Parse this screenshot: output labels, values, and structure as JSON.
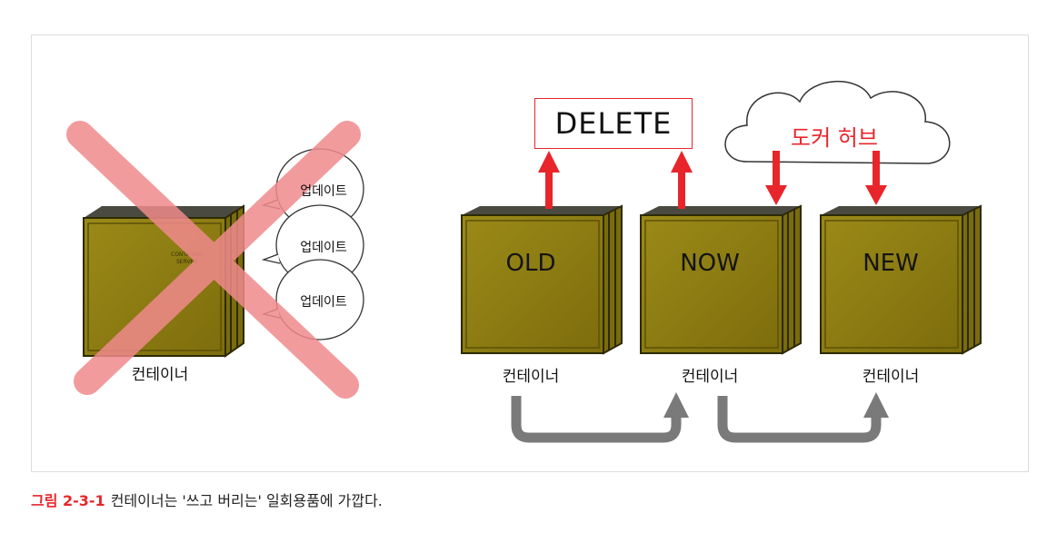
{
  "left_panel": {
    "bubbles": [
      "업데이트",
      "업데이트",
      "업데이트"
    ],
    "container_label": "컨테이너"
  },
  "right_panel": {
    "delete_label": "DELETE",
    "hub_label": "도커 허브",
    "containers": [
      {
        "text": "OLD",
        "label": "컨테이너"
      },
      {
        "text": "NOW",
        "label": "컨테이너"
      },
      {
        "text": "NEW",
        "label": "컨테이너"
      }
    ]
  },
  "caption": {
    "figure_number": "그림 2-3-1",
    "text": "컨테이너는 '쓰고 버리는' 일회용품에 가깝다."
  },
  "colors": {
    "accent_red": "#e8252b",
    "cross_pink": "#f08a8c",
    "box_olive": "#8c7a10",
    "arrow_gray": "#7a7a7a"
  }
}
